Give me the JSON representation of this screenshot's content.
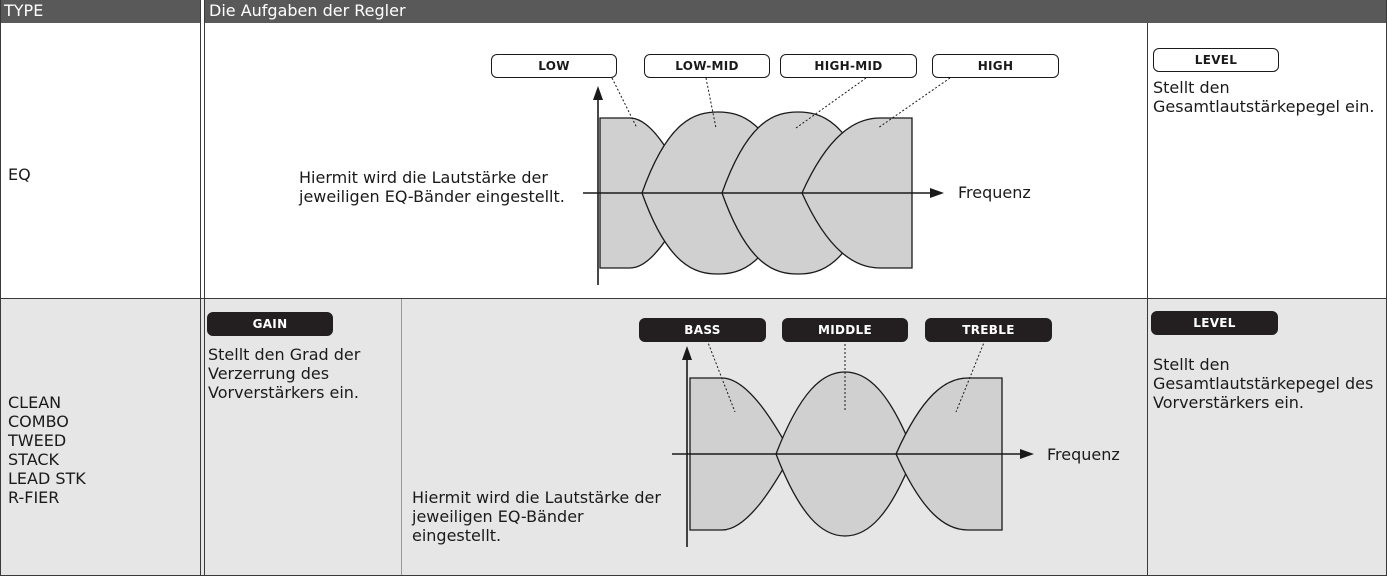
{
  "header": {
    "type_label": "TYPE",
    "func_label": "Die Aufgaben der Regler"
  },
  "eq_row": {
    "type_name": "EQ",
    "description": "Hiermit wird die Lautstärke der jeweiligen EQ-Bänder eingestellt.",
    "bands": [
      "LOW",
      "LOW-MID",
      "HIGH-MID",
      "HIGH"
    ],
    "axis_label": "Frequenz",
    "level_label": "LEVEL",
    "level_text": "Stellt den Gesamtlautstärkepegel ein."
  },
  "amp_row": {
    "types": [
      "CLEAN",
      "COMBO",
      "TWEED",
      "STACK",
      "LEAD STK",
      "R-FIER"
    ],
    "gain_label": "GAIN",
    "gain_text": "Stellt den Grad der Verzerrung des Vorverstärkers ein.",
    "description": "Hiermit wird die Lautstärke der jeweiligen EQ-Bänder eingestellt.",
    "bands": [
      "BASS",
      "MIDDLE",
      "TREBLE"
    ],
    "axis_label": "Frequenz",
    "level_label": "LEVEL",
    "level_text": "Stellt den Gesamtlautstärkepegel des Vorverstärkers ein."
  },
  "colors": {
    "header_bg": "#595959",
    "row2_bg": "#e6e6e6",
    "band_fill": "#d0d0d0",
    "pill_dark": "#231f20"
  }
}
